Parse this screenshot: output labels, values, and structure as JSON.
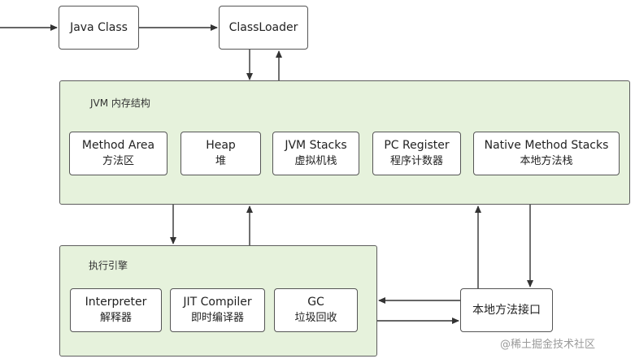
{
  "top": {
    "java_class": "Java Class",
    "classloader": "ClassLoader"
  },
  "jvm": {
    "title": "JVM 内存结构",
    "areas": [
      {
        "en": "Method Area",
        "zh": "方法区"
      },
      {
        "en": "Heap",
        "zh": "堆"
      },
      {
        "en": "JVM Stacks",
        "zh": "虚拟机栈"
      },
      {
        "en": "PC Register",
        "zh": "程序计数器"
      },
      {
        "en": "Native Method Stacks",
        "zh": "本地方法栈"
      }
    ]
  },
  "engine": {
    "title": "执行引擎",
    "components": [
      {
        "en": "Interpreter",
        "zh": "解释器"
      },
      {
        "en": "JIT Compiler",
        "zh": "即时编译器"
      },
      {
        "en": "GC",
        "zh": "垃圾回收"
      }
    ]
  },
  "native_interface": "本地方法接口",
  "watermark": "@稀土掘金技术社区",
  "colors": {
    "panel_fill": "#e6f2dc",
    "panel_border": "#5d5d5d",
    "box_border": "#555555",
    "arrow": "#333333"
  }
}
